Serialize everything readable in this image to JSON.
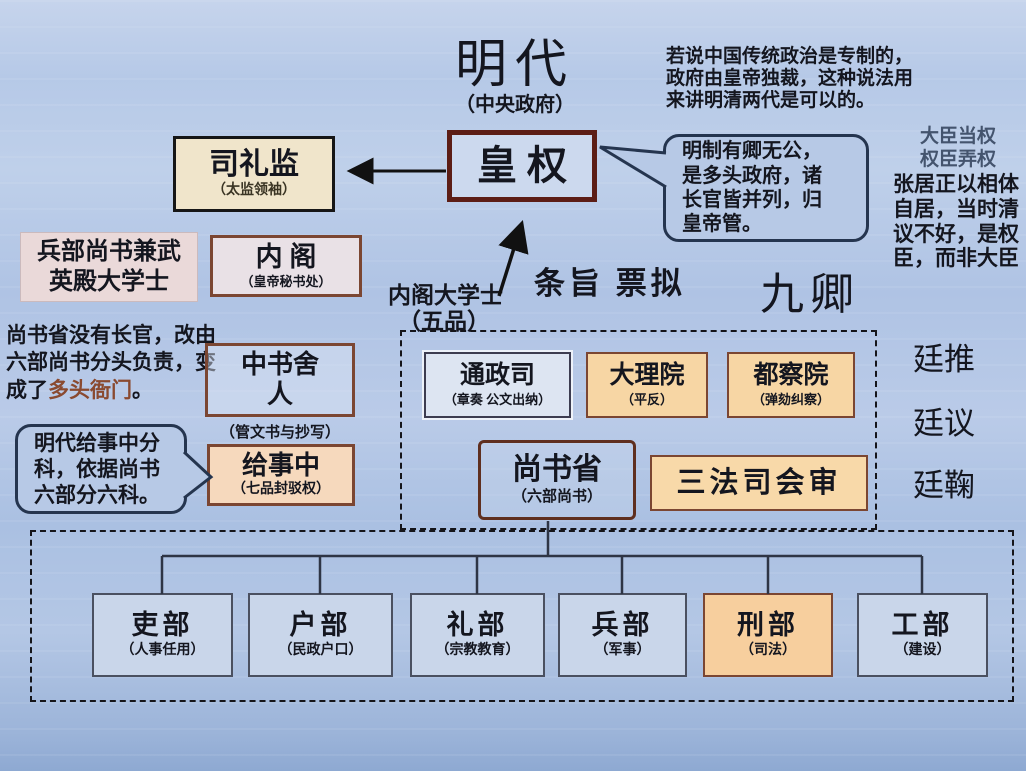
{
  "title": {
    "main": "明代",
    "sub": "（中央政府）"
  },
  "notes": {
    "top_right": "若说中国传统政治是专制的，政府由皇帝独裁，这种说法用来讲明清两代是可以的。",
    "right_small_1": "大臣当权",
    "right_small_2": "权臣弄权",
    "right_para": "张居正以相体自居，当时清议不好，是权臣，而非大臣",
    "left_para_pre": "尚书省没有长官，改由六部尚书分头负责，变成了",
    "left_para_highlight": "多头衙门",
    "left_para_post": "。",
    "jiuqing": "九卿",
    "tingtui": "廷推",
    "tingyi": "廷议",
    "tingju": "廷鞠",
    "tiaozhi_piaoni": "条旨 票拟",
    "neige_daxueshi": "内阁大学士",
    "neige_daxueshi_rank": "（五品）"
  },
  "bubbles": {
    "huangquan_note": "明制有卿无公，是多头政府，诸长官皆并列，归皇帝管。",
    "jishizhong_note": "明代给事中分科，依据尚书六部分六科。"
  },
  "boxes": {
    "huangquan": {
      "label": "皇  权"
    },
    "silijian": {
      "label": "司礼监",
      "sub": "（太监领袖）"
    },
    "neige": {
      "label": "内  阁",
      "sub": "（皇帝秘书处）"
    },
    "bingbu_shangshu": "兵部尚书兼武英殿大学士",
    "zhongshusheren": {
      "label": "中书舍人",
      "sub": "（管文书与抄写）"
    },
    "jishizhong": {
      "label": "给事中",
      "sub": "（七品封驳权）"
    },
    "tongzhengsi": {
      "label": "通政司",
      "sub": "（章奏 公文出纳）"
    },
    "daliyuan": {
      "label": "大理院",
      "sub": "（平反）"
    },
    "duchayuan": {
      "label": "都察院",
      "sub": "（弹劾纠察）"
    },
    "shangshusheng": {
      "label": "尚书省",
      "sub": "（六部尚书）"
    },
    "sanfasi": {
      "label": "三法司会审"
    }
  },
  "ministries": [
    {
      "name": "吏部",
      "sub": "（人事任用）"
    },
    {
      "name": "户部",
      "sub": "（民政户口）"
    },
    {
      "name": "礼部",
      "sub": "（宗教教育）"
    },
    {
      "name": "兵部",
      "sub": "（军事）"
    },
    {
      "name": "刑部",
      "sub": "（司法）"
    },
    {
      "name": "工部",
      "sub": "（建设）"
    }
  ],
  "colors": {
    "background_blue": "#b4c7e6",
    "cream": "#f0e5cb",
    "orange": "#f7d6a4",
    "peach": "#f6d9bd",
    "pink": "#ead9d9",
    "maroon_border": "#5c1d15",
    "brown_border": "#7b4632",
    "highlight_text": "#8a4a30",
    "line_dark": "#2e3545"
  }
}
